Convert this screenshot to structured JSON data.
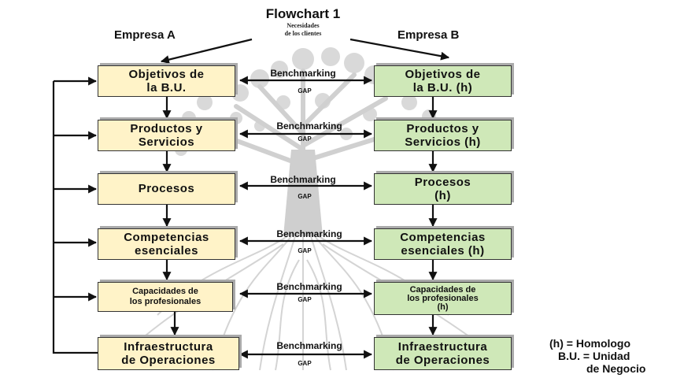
{
  "header": {
    "title": "Flowchart 1",
    "company_a": "Empresa A",
    "company_b": "Empresa B",
    "needs_line1": "Necesidades",
    "needs_line2": "de los clientes"
  },
  "rows": [
    {
      "left_l1": "Objetivos de",
      "left_l2": "la B.U.",
      "right_l1": "Objetivos de",
      "right_l2": "la B.U. (h)",
      "link": "Benchmarking",
      "gap": "GAP"
    },
    {
      "left_l1": "Productos y",
      "left_l2": "Servicios",
      "right_l1": "Productos y",
      "right_l2": "Servicios (h)",
      "link": "Benchmarking",
      "gap": "GAP"
    },
    {
      "left_l1": "Procesos",
      "left_l2": "",
      "right_l1": "Procesos",
      "right_l2": "(h)",
      "link": "Benchmarking",
      "gap": "GAP"
    },
    {
      "left_l1": "Competencias",
      "left_l2": "esenciales",
      "right_l1": "Competencias",
      "right_l2": "esenciales (h)",
      "link": "Benchmarking",
      "gap": "GAP"
    },
    {
      "left_l1": "Capacidades de",
      "left_l2": "los profesionales",
      "right_l1": "Capacidades de",
      "right_l2": "los profesionales",
      "right_l3": "(h)",
      "link": "Benchmarking",
      "gap": "GAP"
    },
    {
      "left_l1": "Infraestructura",
      "left_l2": "de Operaciones",
      "right_l1": "Infraestructura",
      "right_l2": "de Operaciones",
      "link": "Benchmarking",
      "gap": "GAP"
    }
  ],
  "legend": {
    "line1": "(h) =  Homologo",
    "line2": "B.U. = Unidad",
    "line3": "de Negocio"
  },
  "colors": {
    "box_a_fill": "#fff3c8",
    "box_b_fill": "#cfe8b8",
    "tree": "#d4d4d4",
    "lines": "#111111"
  }
}
